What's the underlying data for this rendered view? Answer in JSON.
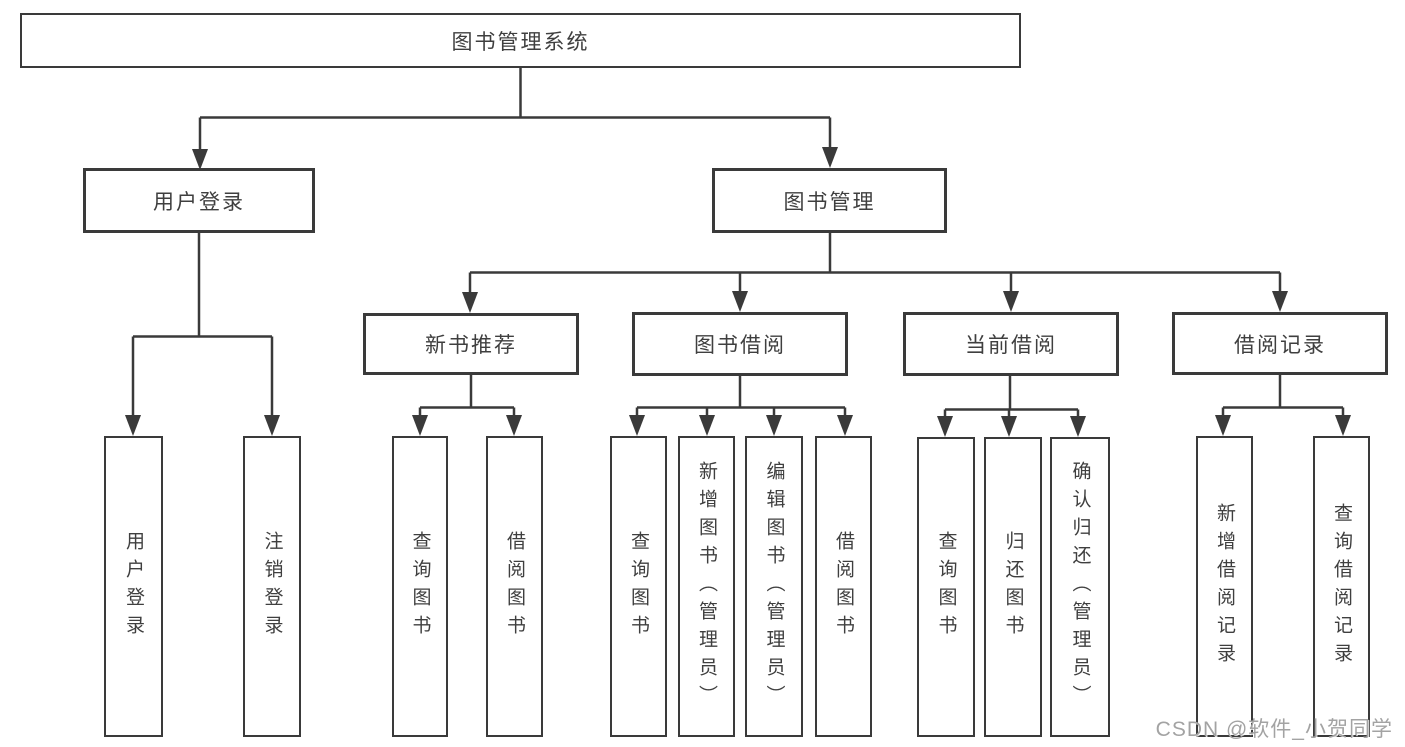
{
  "diagram_title": "图书管理系统",
  "tree": {
    "root": {
      "label": "图书管理系统",
      "children": [
        {
          "label": "用户登录",
          "children": [
            {
              "label": "用户登录"
            },
            {
              "label": "注销登录"
            }
          ]
        },
        {
          "label": "图书管理",
          "children": [
            {
              "label": "新书推荐",
              "children": [
                {
                  "label": "查询图书"
                },
                {
                  "label": "借阅图书"
                }
              ]
            },
            {
              "label": "图书借阅",
              "children": [
                {
                  "label": "查询图书"
                },
                {
                  "label": "新增图书（管理员）"
                },
                {
                  "label": "编辑图书（管理员）"
                },
                {
                  "label": "借阅图书"
                }
              ]
            },
            {
              "label": "当前借阅",
              "children": [
                {
                  "label": "查询图书"
                },
                {
                  "label": "归还图书"
                },
                {
                  "label": "确认归还（管理员）"
                }
              ]
            },
            {
              "label": "借阅记录",
              "children": [
                {
                  "label": "新增借阅记录"
                },
                {
                  "label": "查询借阅记录"
                }
              ]
            }
          ]
        }
      ]
    }
  },
  "watermark": {
    "text": "CSDN @软件_小贺同学"
  },
  "colors": {
    "line": "#3a3a3a",
    "box_border": "#3a3a3a",
    "text": "#3f3f3f",
    "watermark": "#a3a3a3",
    "background": "#ffffff"
  }
}
